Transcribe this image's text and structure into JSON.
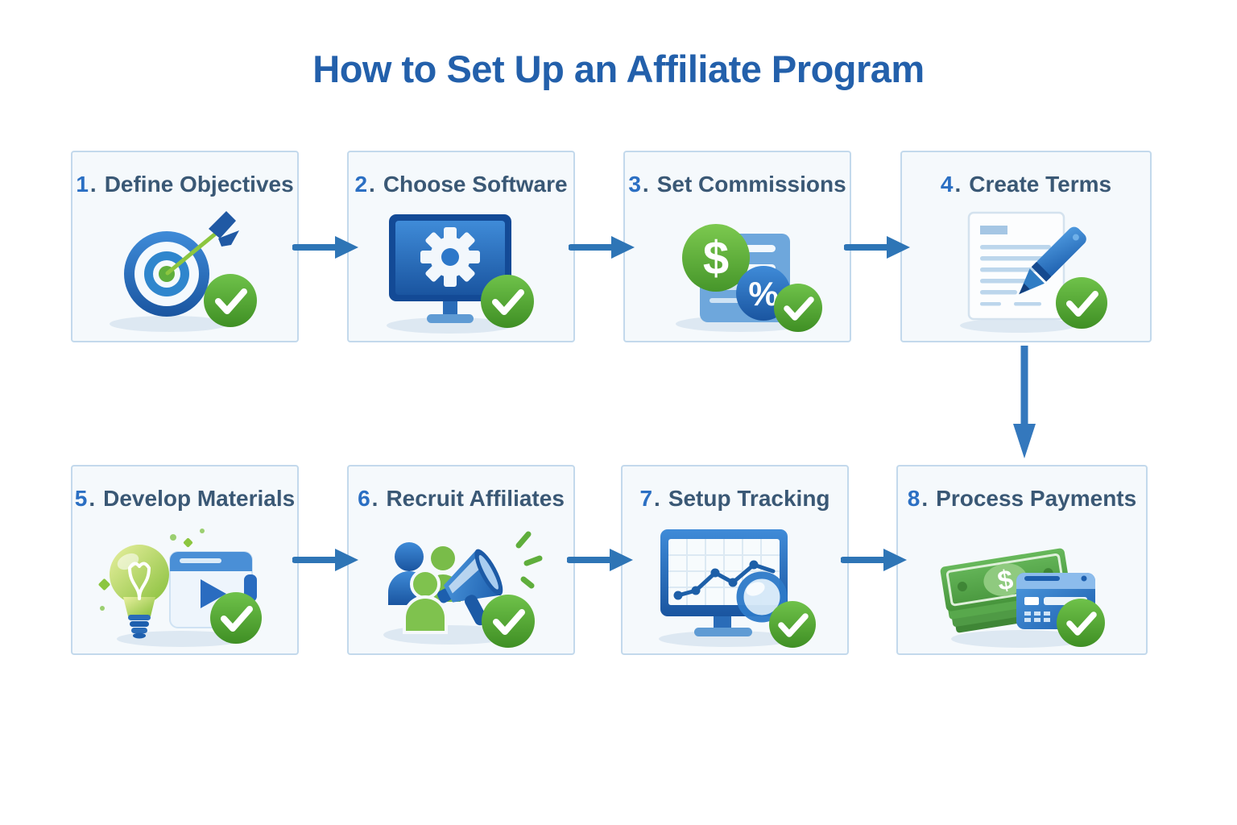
{
  "title": "How to Set Up an Affiliate Program",
  "ui": {
    "separator": "."
  },
  "steps": [
    {
      "number": "1",
      "label": "Define Objectives",
      "icon": "target-arrow-icon"
    },
    {
      "number": "2",
      "label": "Choose Software",
      "icon": "monitor-gear-icon"
    },
    {
      "number": "3",
      "label": "Set Commissions",
      "icon": "dollar-percent-icon"
    },
    {
      "number": "4",
      "label": "Create Terms",
      "icon": "document-pen-icon"
    },
    {
      "number": "5",
      "label": "Develop Materials",
      "icon": "lightbulb-media-icon"
    },
    {
      "number": "6",
      "label": "Recruit Affiliates",
      "icon": "people-megaphone-icon"
    },
    {
      "number": "7",
      "label": "Setup Tracking",
      "icon": "chart-magnifier-icon"
    },
    {
      "number": "8",
      "label": "Process Payments",
      "icon": "cash-card-icon"
    }
  ],
  "symbols": {
    "dollar": "$",
    "percent": "%",
    "bill_dollar": "$"
  },
  "flow": {
    "horizontal_arrow_count": 6,
    "vertical_arrow_count": 1,
    "sequence": "1>2>3>4 then down to 8-row: 5>6>7>8"
  },
  "colors": {
    "title_blue": "#2360ab",
    "step_number_blue": "#2b6fc3",
    "step_label_slate": "#3a5875",
    "card_background": "#f5f9fc",
    "card_border": "#c3d9ec",
    "arrow_blue": "#2e75b6",
    "check_green": "#4a9c2d",
    "icon_blue_dark": "#1c5aa6",
    "icon_blue": "#2d7ac9",
    "icon_green": "#6ab840",
    "shadow_blue": "#dde8f2"
  }
}
